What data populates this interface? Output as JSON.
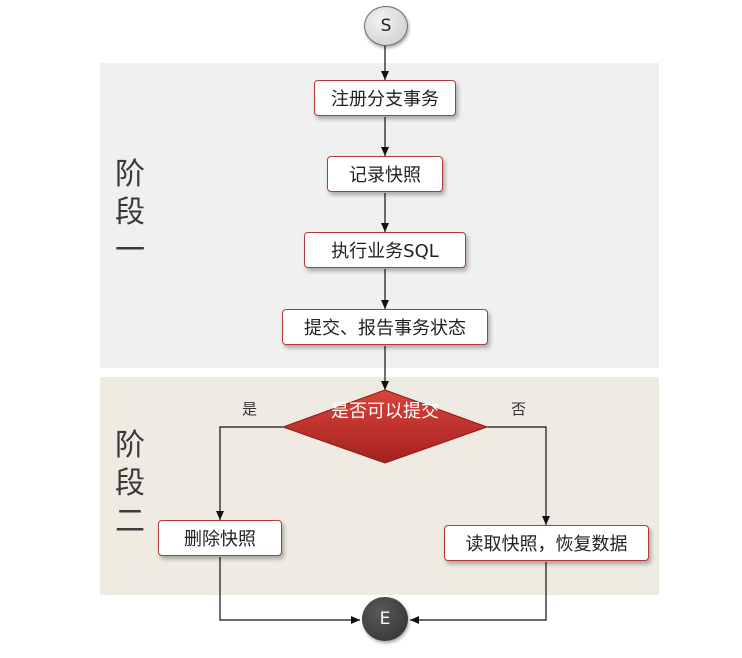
{
  "phases": [
    {
      "label": "阶段一"
    },
    {
      "label": "阶段二"
    }
  ],
  "nodes": {
    "start": "S",
    "end": "E",
    "register_branch": "注册分支事务",
    "record_snapshot": "记录快照",
    "execute_sql": "执行业务SQL",
    "submit_report": "提交、报告事务状态",
    "decision": "是否可以提交",
    "delete_snapshot": "删除快照",
    "restore_data": "读取快照，恢复数据"
  },
  "branches": {
    "yes": "是",
    "no": "否"
  },
  "colors": {
    "box_border": "#b33a3a",
    "decision_fill": "#c0302c",
    "phase1_bg": "#f0f0f0",
    "phase2_bg": "#efebe2"
  }
}
